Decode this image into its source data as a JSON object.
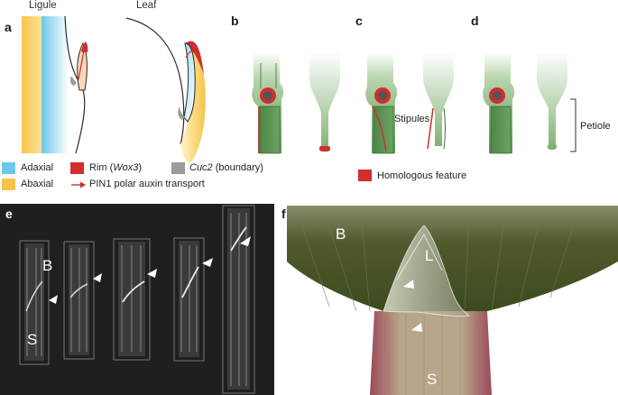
{
  "panel_a": {
    "letter": "a",
    "col_ligule": "Ligule",
    "col_leaf": "Leaf"
  },
  "panel_b": {
    "letter": "b"
  },
  "panel_c": {
    "letter": "c",
    "stipules_label": "Stipules"
  },
  "panel_d": {
    "letter": "d",
    "petiole_label": "Petiole"
  },
  "legend": {
    "adaxial": "Adaxial",
    "abaxial": "Abaxial",
    "rim_prefix": "Rim (",
    "rim_gene": "Wox3",
    "rim_suffix": ")",
    "pin1": "PIN1 polar auxin transport",
    "cuc2_gene": "Cuc2",
    "cuc2_suffix": " (boundary)",
    "homologous": "Homologous feature"
  },
  "panel_e": {
    "letter": "e",
    "label_B": "B",
    "label_S": "S"
  },
  "panel_f": {
    "letter": "f",
    "label_B": "B",
    "label_L": "L",
    "label_S": "S"
  },
  "colors": {
    "adaxial": "#6cc8e8",
    "abaxial": "#f6c449",
    "rim": "#d12e2e",
    "cuc2": "#9b9b9b",
    "tissue_green": "#5e9656",
    "tissue_dark": "#3d6e3a",
    "micrograph_bg": "#1f1f1f"
  }
}
